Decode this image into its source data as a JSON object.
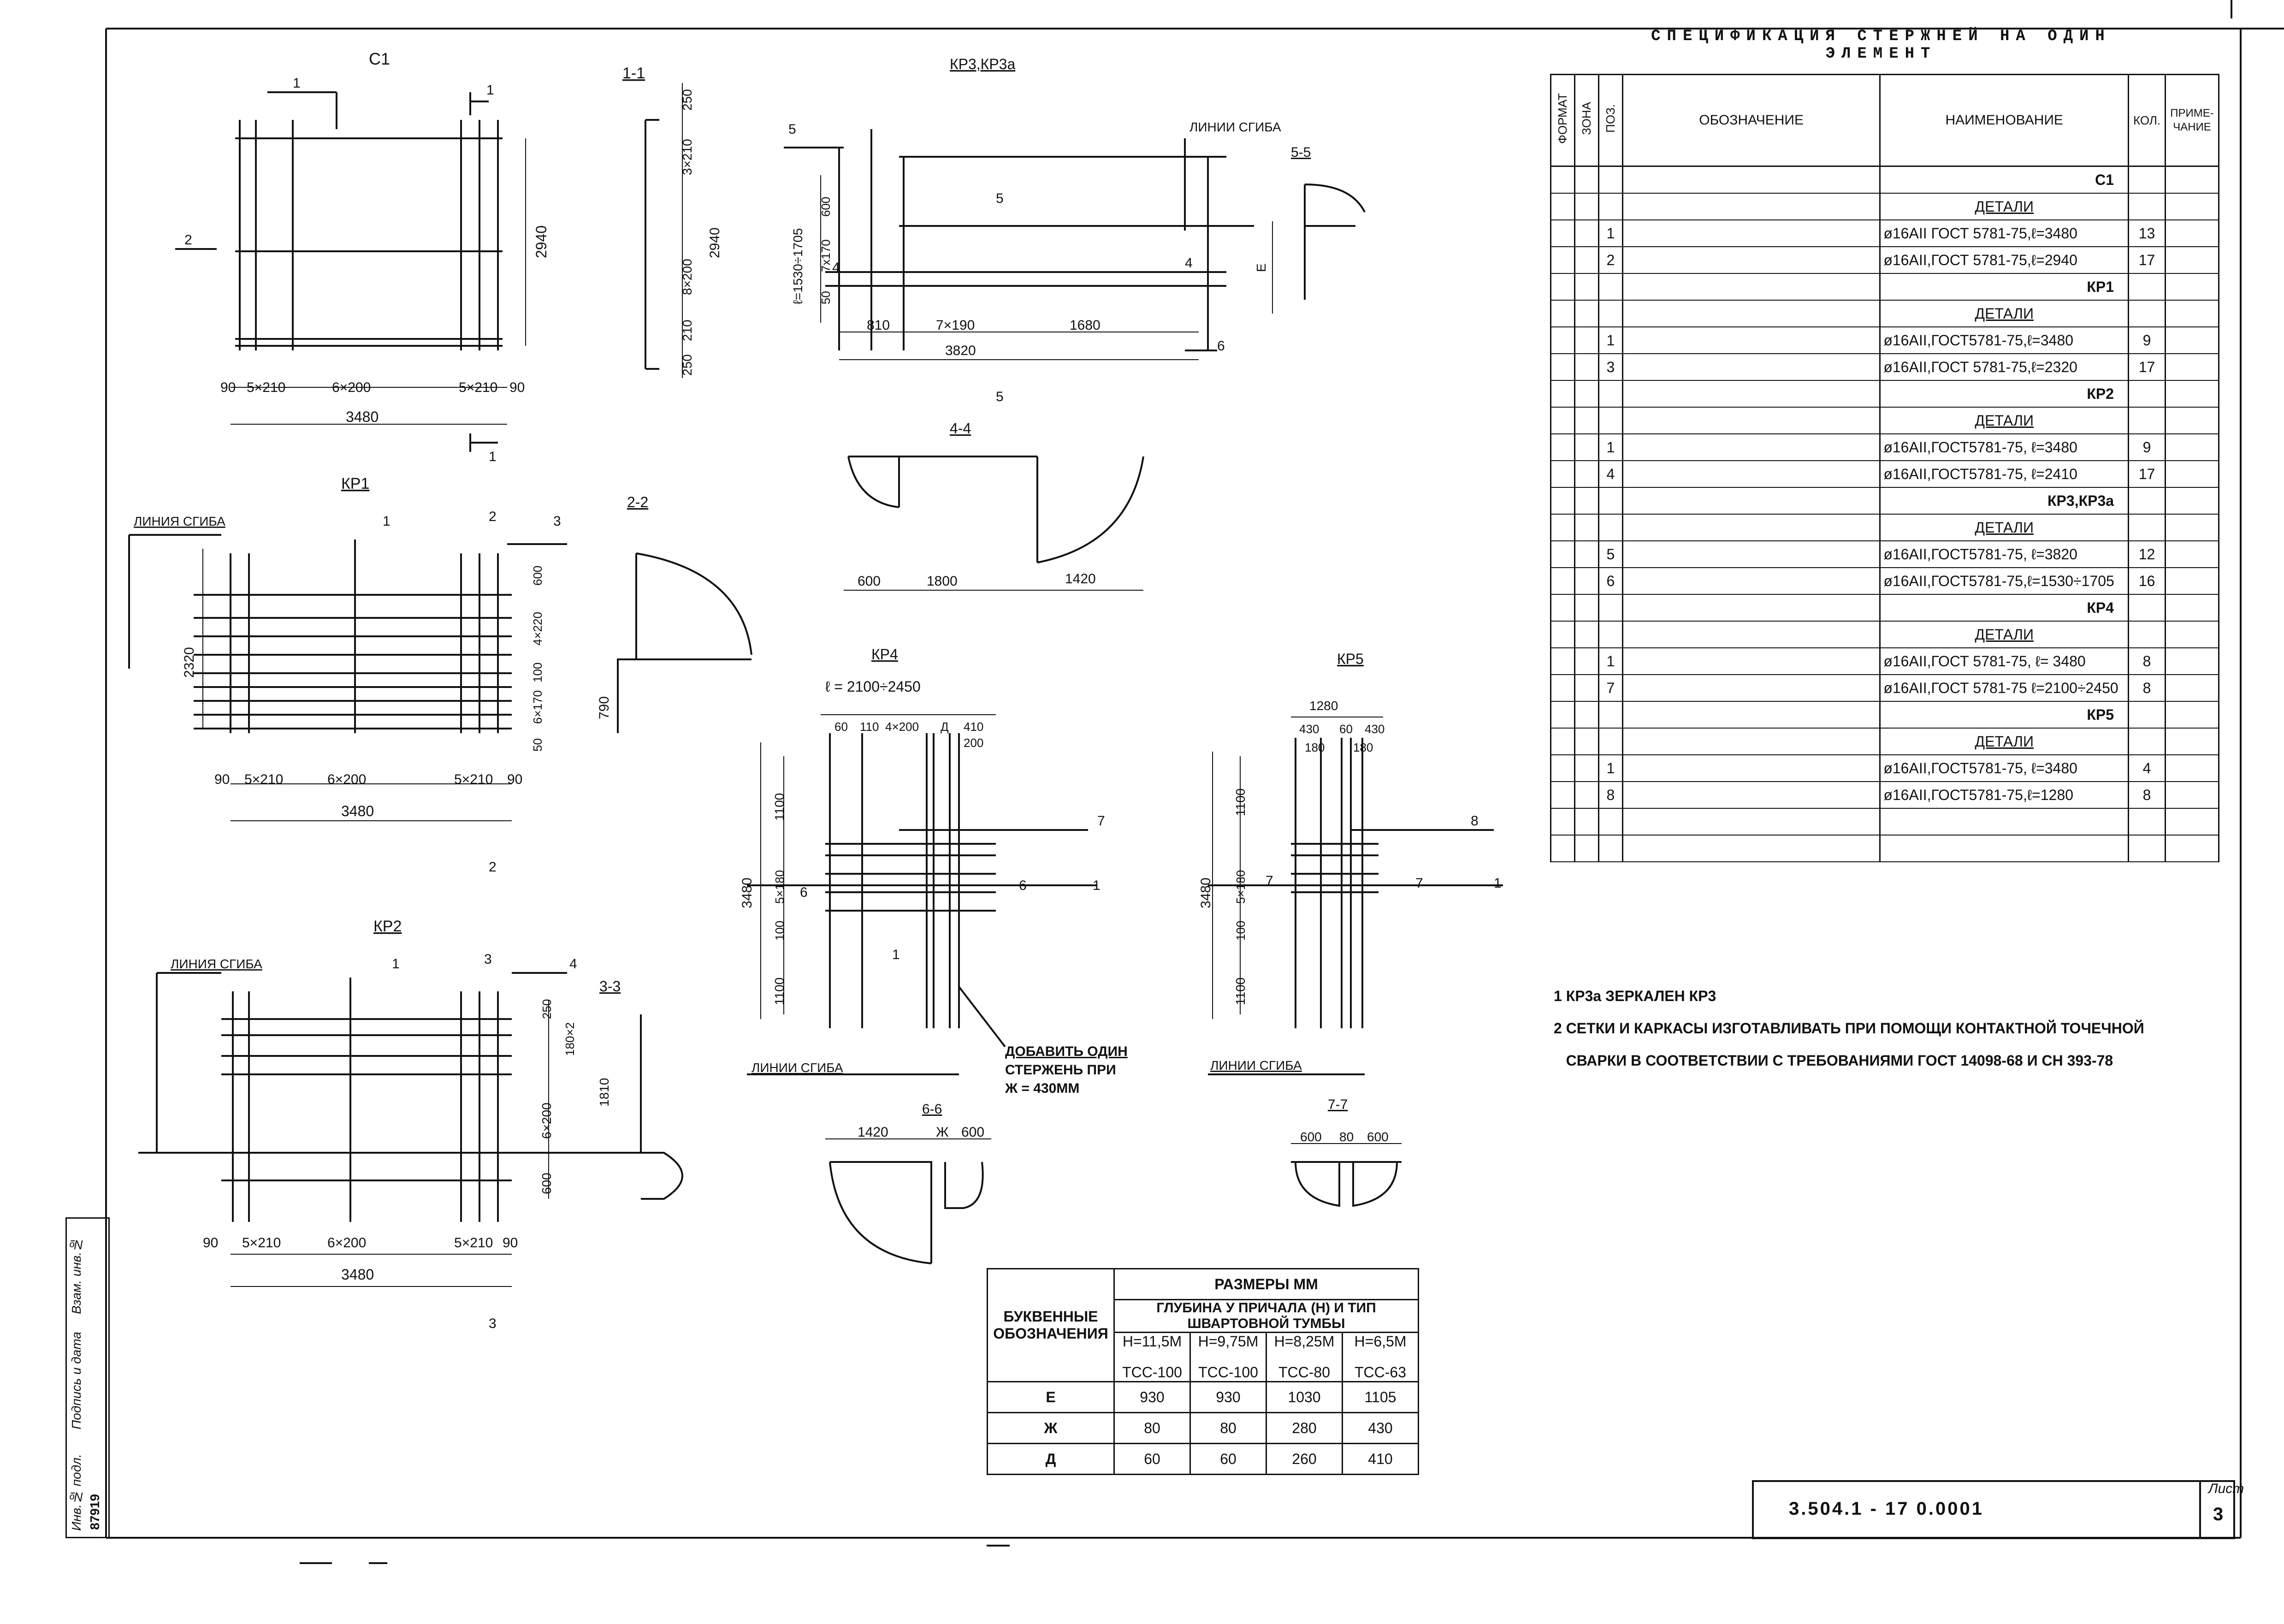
{
  "drawings": {
    "c1": {
      "title": "С1",
      "dims": [
        "90",
        "5×210",
        "6×200",
        "5×210",
        "90",
        "3480",
        "2940"
      ],
      "marks": [
        "1",
        "1",
        "2",
        "1"
      ]
    },
    "s11": {
      "title": "1-1",
      "dims": [
        "250",
        "3×210",
        "2940",
        "8×200",
        "210",
        "250"
      ]
    },
    "kp3": {
      "title": "КР3,КР3а",
      "bend_line": "ЛИНИИ СГИБА",
      "dims": [
        "ℓ=1530÷1705",
        "600",
        "7х170",
        "50",
        "810",
        "7×190",
        "1680",
        "3820"
      ],
      "marks": [
        "5",
        "5",
        "4",
        "4",
        "5",
        "6"
      ],
      "e_mark": "Е"
    },
    "s55": {
      "title": "5-5"
    },
    "s44": {
      "title": "4-4",
      "dims": [
        "600",
        "1800",
        "1420"
      ]
    },
    "kp1": {
      "title": "КР1",
      "bend_line": "ЛИНИЯ СГИБА",
      "dims": [
        "2320",
        "600",
        "4×220",
        "100",
        "6×170",
        "50",
        "90",
        "5×210",
        "6×200",
        "5×210",
        "90",
        "3480"
      ],
      "marks": [
        "1",
        "2",
        "3",
        "2"
      ]
    },
    "s22": {
      "title": "2-2",
      "dims": [
        "790"
      ]
    },
    "kp4": {
      "title": "КР4",
      "dims": [
        "ℓ = 2100÷2450",
        "60",
        "110",
        "4×200",
        "Д",
        "410",
        "200",
        "1100",
        "3480",
        "5×180",
        "100",
        "1100"
      ],
      "marks": [
        "7",
        "6",
        "6",
        "1",
        "1"
      ],
      "bend_line": "ЛИНИИ СГИБА",
      "note": [
        "ДОБАВИТЬ ОДИН",
        "СТЕРЖЕНЬ ПРИ",
        "Ж = 430ММ"
      ]
    },
    "kp5": {
      "title": "КР5",
      "dims": [
        "1280",
        "430",
        "60",
        "430",
        "180",
        "180",
        "1100",
        "3480",
        "5×180",
        "100",
        "1100"
      ],
      "marks": [
        "8",
        "7",
        "7",
        "1"
      ],
      "bend_line": "ЛИНИИ СГИБА"
    },
    "s66": {
      "title": "6-6",
      "dims": [
        "1420",
        "Ж",
        "600"
      ]
    },
    "s77": {
      "title": "7-7",
      "dims": [
        "600",
        "80",
        "600"
      ]
    },
    "kp2": {
      "title": "КР2",
      "bend_line": "ЛИНИЯ СГИБА",
      "dims": [
        "250",
        "180×2",
        "6×200",
        "600",
        "1810",
        "90",
        "5×210",
        "6×200",
        "5×210",
        "90",
        "3480"
      ],
      "marks": [
        "1",
        "3",
        "4",
        "3"
      ]
    },
    "s33": {
      "title": "3-3"
    }
  },
  "spec": {
    "title_line1": "СПЕЦИФИКАЦИЯ СТЕРЖНЕЙ НА ОДИН",
    "title_line2": "ЭЛЕМЕНТ",
    "headers": {
      "format": "ФОРМАТ",
      "zone": "ЗОНА",
      "pos": "ПОЗ.",
      "designation": "ОБОЗНАЧЕНИЕ",
      "name": "НАИМЕНОВАНИЕ",
      "qty": "КОЛ.",
      "note": "ПРИМЕ-ЧАНИЕ"
    },
    "rows": [
      {
        "pos": "",
        "name": "С1",
        "qty": "",
        "kind": "sec"
      },
      {
        "pos": "",
        "name": "ДЕТАЛИ",
        "qty": "",
        "kind": "det"
      },
      {
        "pos": "1",
        "name": "ø16АII ГОСТ 5781-75,ℓ=3480",
        "qty": "13",
        "kind": ""
      },
      {
        "pos": "2",
        "name": "ø16АII,ГОСТ 5781-75,ℓ=2940",
        "qty": "17",
        "kind": ""
      },
      {
        "pos": "",
        "name": "КР1",
        "qty": "",
        "kind": "sec"
      },
      {
        "pos": "",
        "name": "ДЕТАЛИ",
        "qty": "",
        "kind": "det"
      },
      {
        "pos": "1",
        "name": "ø16АII,ГОСТ5781-75,ℓ=3480",
        "qty": "9",
        "kind": ""
      },
      {
        "pos": "3",
        "name": "ø16АII,ГОСТ 5781-75,ℓ=2320",
        "qty": "17",
        "kind": ""
      },
      {
        "pos": "",
        "name": "КР2",
        "qty": "",
        "kind": "sec"
      },
      {
        "pos": "",
        "name": "ДЕТАЛИ",
        "qty": "",
        "kind": "det"
      },
      {
        "pos": "1",
        "name": "ø16АII,ГОСТ5781-75, ℓ=3480",
        "qty": "9",
        "kind": ""
      },
      {
        "pos": "4",
        "name": "ø16АII,ГОСТ5781-75, ℓ=2410",
        "qty": "17",
        "kind": ""
      },
      {
        "pos": "",
        "name": "КР3,КР3а",
        "qty": "",
        "kind": "sec"
      },
      {
        "pos": "",
        "name": "ДЕТАЛИ",
        "qty": "",
        "kind": "det"
      },
      {
        "pos": "5",
        "name": "ø16АII,ГОСТ5781-75, ℓ=3820",
        "qty": "12",
        "kind": ""
      },
      {
        "pos": "6",
        "name": "ø16АII,ГОСТ5781-75,ℓ=1530÷1705",
        "qty": "16",
        "kind": ""
      },
      {
        "pos": "",
        "name": "КР4",
        "qty": "",
        "kind": "sec"
      },
      {
        "pos": "",
        "name": "ДЕТАЛИ",
        "qty": "",
        "kind": "det"
      },
      {
        "pos": "1",
        "name": "ø16АII,ГОСТ 5781-75, ℓ= 3480",
        "qty": "8",
        "kind": ""
      },
      {
        "pos": "7",
        "name": "ø16АII,ГОСТ 5781-75 ℓ=2100÷2450",
        "qty": "8",
        "kind": ""
      },
      {
        "pos": "",
        "name": "КР5",
        "qty": "",
        "kind": "sec"
      },
      {
        "pos": "",
        "name": "ДЕТАЛИ",
        "qty": "",
        "kind": "det"
      },
      {
        "pos": "1",
        "name": "ø16АII,ГОСТ5781-75, ℓ=3480",
        "qty": "4",
        "kind": ""
      },
      {
        "pos": "8",
        "name": "ø16АII,ГОСТ5781-75,ℓ=1280",
        "qty": "8",
        "kind": ""
      },
      {
        "pos": "",
        "name": "",
        "qty": "",
        "kind": ""
      },
      {
        "pos": "",
        "name": "",
        "qty": "",
        "kind": ""
      }
    ]
  },
  "notes": [
    "1  КР3а  ЗЕРКАЛЕН  КР3",
    "2 СЕТКИ И КАРКАСЫ ИЗГОТАВЛИВАТЬ ПРИ ПОМОЩИ КОНТАКТНОЙ ТОЧЕЧНОЙ",
    "   СВАРКИ В СООТВЕТСТВИИ С ТРЕБОВАНИЯМИ ГОСТ 14098-68 И СН 393-78"
  ],
  "dims_table": {
    "corner": "БУКВЕННЫЕ ОБОЗНАЧЕНИЯ",
    "group": "РАЗМЕРЫ  ММ",
    "subgroup": "ГЛУБИНА У ПРИЧАЛА (Н) И ТИП ШВАРТОВНОЙ ТУМБЫ",
    "depths": [
      "Н=11,5М",
      "Н=9,75М",
      "Н=8,25М",
      "Н=6,5М"
    ],
    "types": [
      "ТСС-100",
      "ТСС-100",
      "ТСС-80",
      "ТСС-63"
    ],
    "rows": [
      {
        "letter": "Е",
        "values": [
          "930",
          "930",
          "1030",
          "1105"
        ]
      },
      {
        "letter": "Ж",
        "values": [
          "80",
          "80",
          "280",
          "430"
        ]
      },
      {
        "letter": "Д",
        "values": [
          "60",
          "60",
          "260",
          "410"
        ]
      }
    ]
  },
  "stamp": {
    "code": "3.504.1 - 17     0.0001",
    "sheet_label": "Лист",
    "sheet": "3"
  },
  "side_stamp": {
    "inv": "Инв.№ подл.",
    "sign": "Подпись и дата",
    "inv_value": "87919",
    "replace": "Взам. инв.№"
  }
}
